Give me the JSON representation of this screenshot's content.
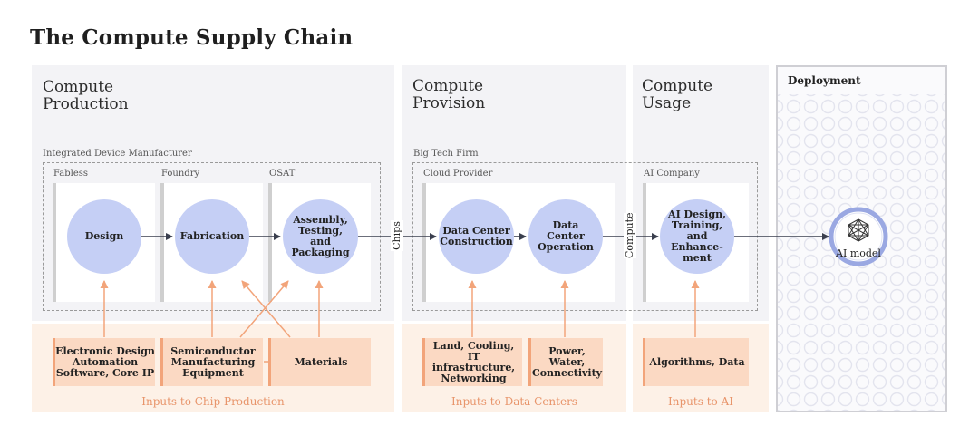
{
  "title": "The Compute Supply Chain",
  "sections": {
    "production": {
      "heading": "Compute Production",
      "sub": "Integrated Device Manufacturer"
    },
    "provision": {
      "heading": "Compute Provision",
      "sub": "Big Tech Firm"
    },
    "usage": {
      "heading": "Compute Usage"
    },
    "deployment": {
      "heading": "Deployment",
      "node": "AI model"
    }
  },
  "cards": {
    "fabless": "Fabless",
    "foundry": "Foundry",
    "osat": "OSAT",
    "cloud": "Cloud Provider",
    "ai_company": "AI Company"
  },
  "nodes": {
    "design": "Design",
    "fabrication": "Fabrication",
    "assembly": "Assembly, Testing, and Packaging",
    "dc_construction": "Data Center Construction",
    "dc_operation": "Data Center Operation",
    "ai_design": "AI Design, Training, and Enhance-ment"
  },
  "flow_labels": {
    "chips": "Chips",
    "compute": "Compute"
  },
  "inputs": {
    "eda": "Electronic Design Automation Software, Core IP",
    "sme": "Semiconductor Manufacturing Equipment",
    "materials": "Materials",
    "land": "Land, Cooling, IT infrastructure, Networking",
    "power": "Power, Water, Connectivity",
    "algorithms": "Algorithms, Data"
  },
  "input_labels": {
    "chip": "Inputs to Chip Production",
    "dc": "Inputs to Data Centers",
    "ai": "Inputs to AI"
  },
  "colors": {
    "circle": "#c5cff5",
    "input_box": "#fbd9c3",
    "input_text": "#e8946a",
    "arrow_orange": "#f2a47a",
    "arrow_dark": "#3a3f4e"
  }
}
